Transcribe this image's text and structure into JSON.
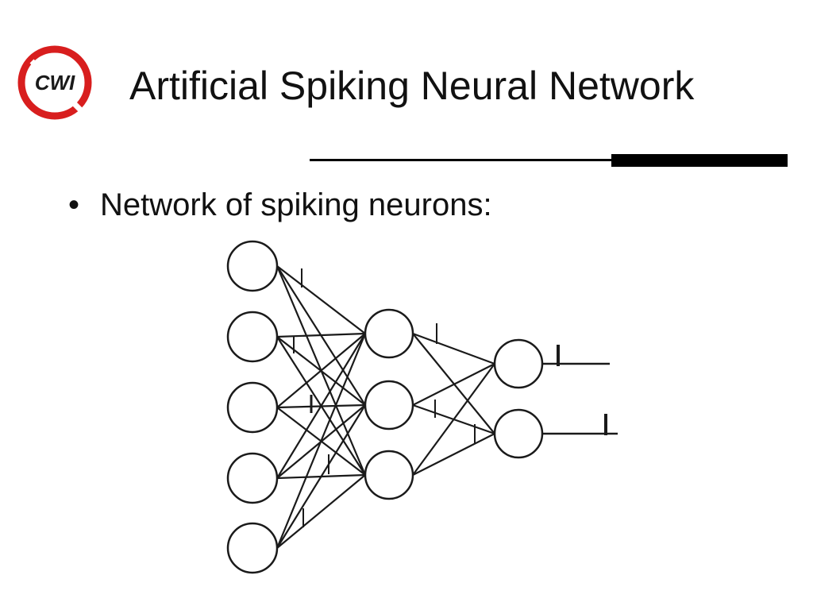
{
  "logo": {
    "text": "CWI",
    "colors": {
      "ring": "#d81e1e",
      "text": "#1a1a1a"
    }
  },
  "slide": {
    "title": "Artificial Spiking Neural Network",
    "bullet": "Network of spiking neurons:",
    "bullet_symbol": "•"
  },
  "diagram": {
    "layers": [
      {
        "neurons": 5
      },
      {
        "neurons": 3
      },
      {
        "neurons": 2
      }
    ],
    "connectivity": "fully-connected",
    "output_lines": 2,
    "spike_marks": 10,
    "colors": {
      "stroke": "#1a1a1a",
      "fill": "#ffffff"
    }
  }
}
